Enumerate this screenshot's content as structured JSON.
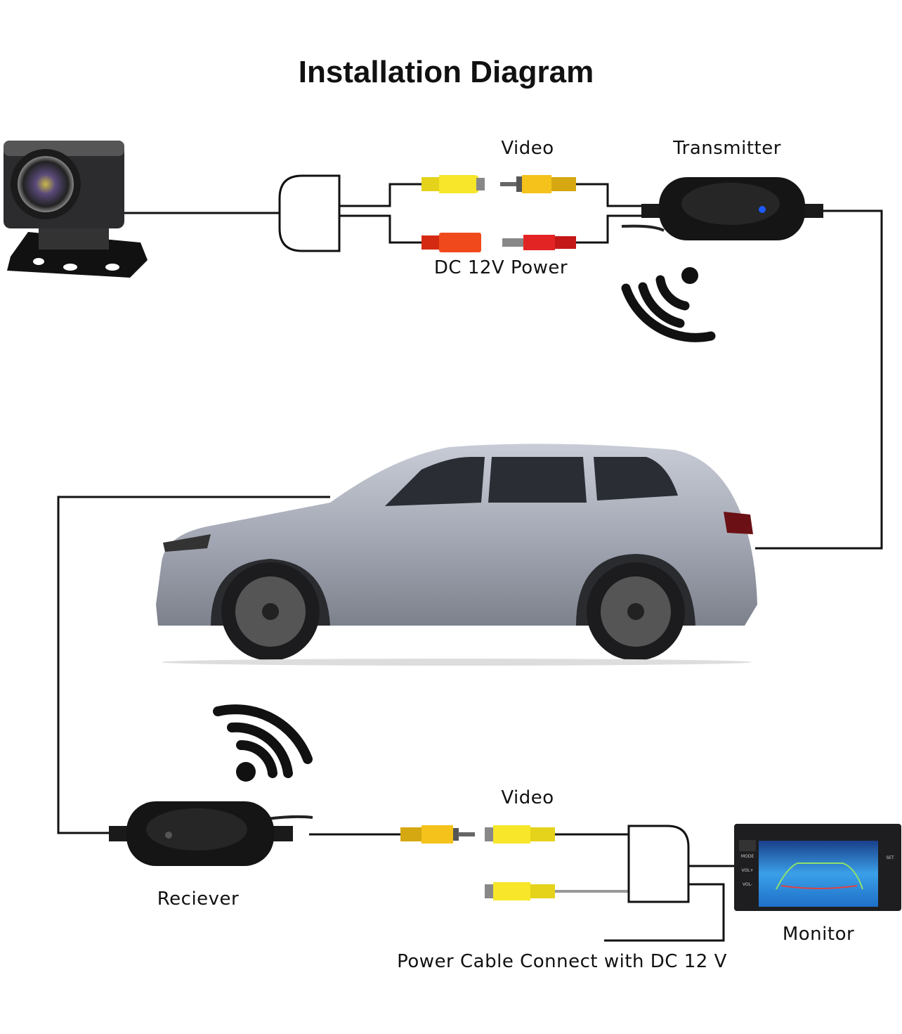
{
  "title": "Installation Diagram",
  "labels": {
    "video_top": "Video",
    "transmitter": "Transmitter",
    "dc_power": "DC 12V Power",
    "video_bottom": "Video",
    "receiver": "Reciever",
    "monitor": "Monitor",
    "power_cable": "Power Cable Connect with DC 12 V"
  },
  "monitor_buttons": [
    "MODE",
    "VOL+",
    "VOL-",
    "SET"
  ],
  "colors": {
    "wire": "#111111",
    "yellow_connector": "#f5e020",
    "orange_yellow_connector": "#f4c21a",
    "red_connector": "#e8341c",
    "car_body": "#a9adb8",
    "monitor_screen": "#2a7fd6",
    "transmitter_led": "#1e5bff"
  }
}
